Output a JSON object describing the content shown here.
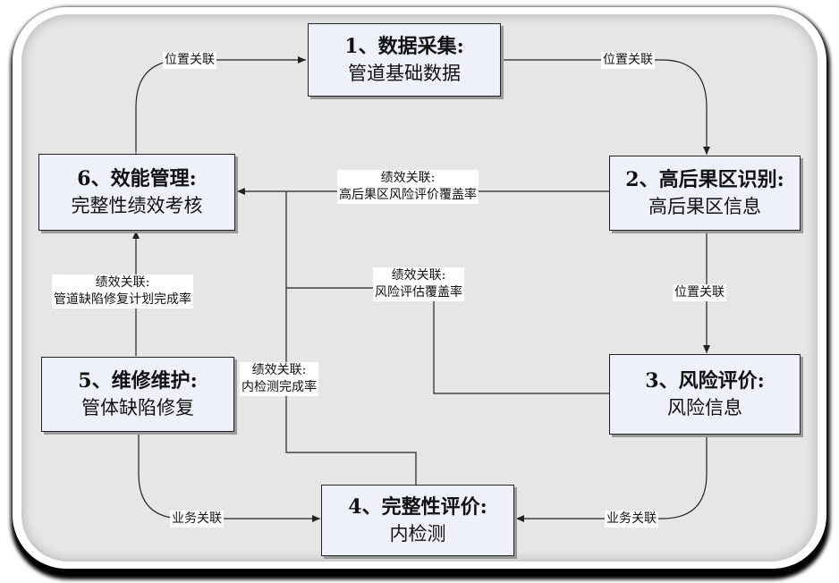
{
  "nodes": {
    "n1": {
      "title": "1、数据采集:",
      "subtitle": "管道基础数据"
    },
    "n2": {
      "title": "2、高后果区识别:",
      "subtitle": "高后果区信息"
    },
    "n3": {
      "title": "3、风险评价:",
      "subtitle": "风险信息"
    },
    "n4": {
      "title": "4、完整性评价:",
      "subtitle": "内检测"
    },
    "n5": {
      "title": "5、维修维护:",
      "subtitle": "管体缺陷修复"
    },
    "n6": {
      "title": "6、效能管理:",
      "subtitle": "完整性绩效考核"
    }
  },
  "labels": {
    "n6_n1": "位置关联",
    "n1_n2": "位置关联",
    "n2_n3": "位置关联",
    "n2_n6_line1": "绩效关联:",
    "n2_n6_line2": "高后果区风险评价覆盖率",
    "n3_n6_line1": "绩效关联:",
    "n3_n6_line2": "风险评估覆盖率",
    "n5_n6_line1": "绩效关联:",
    "n5_n6_line2": "管道缺陷修复计划完成率",
    "n4_n6_line1": "绩效关联:",
    "n4_n6_line2": "内检测完成率",
    "n5_n4": "业务关联",
    "n3_n4": "业务关联"
  },
  "colors": {
    "box_fill": "#eef1fa",
    "panel": "#e6e6e6",
    "line": "#222222"
  }
}
